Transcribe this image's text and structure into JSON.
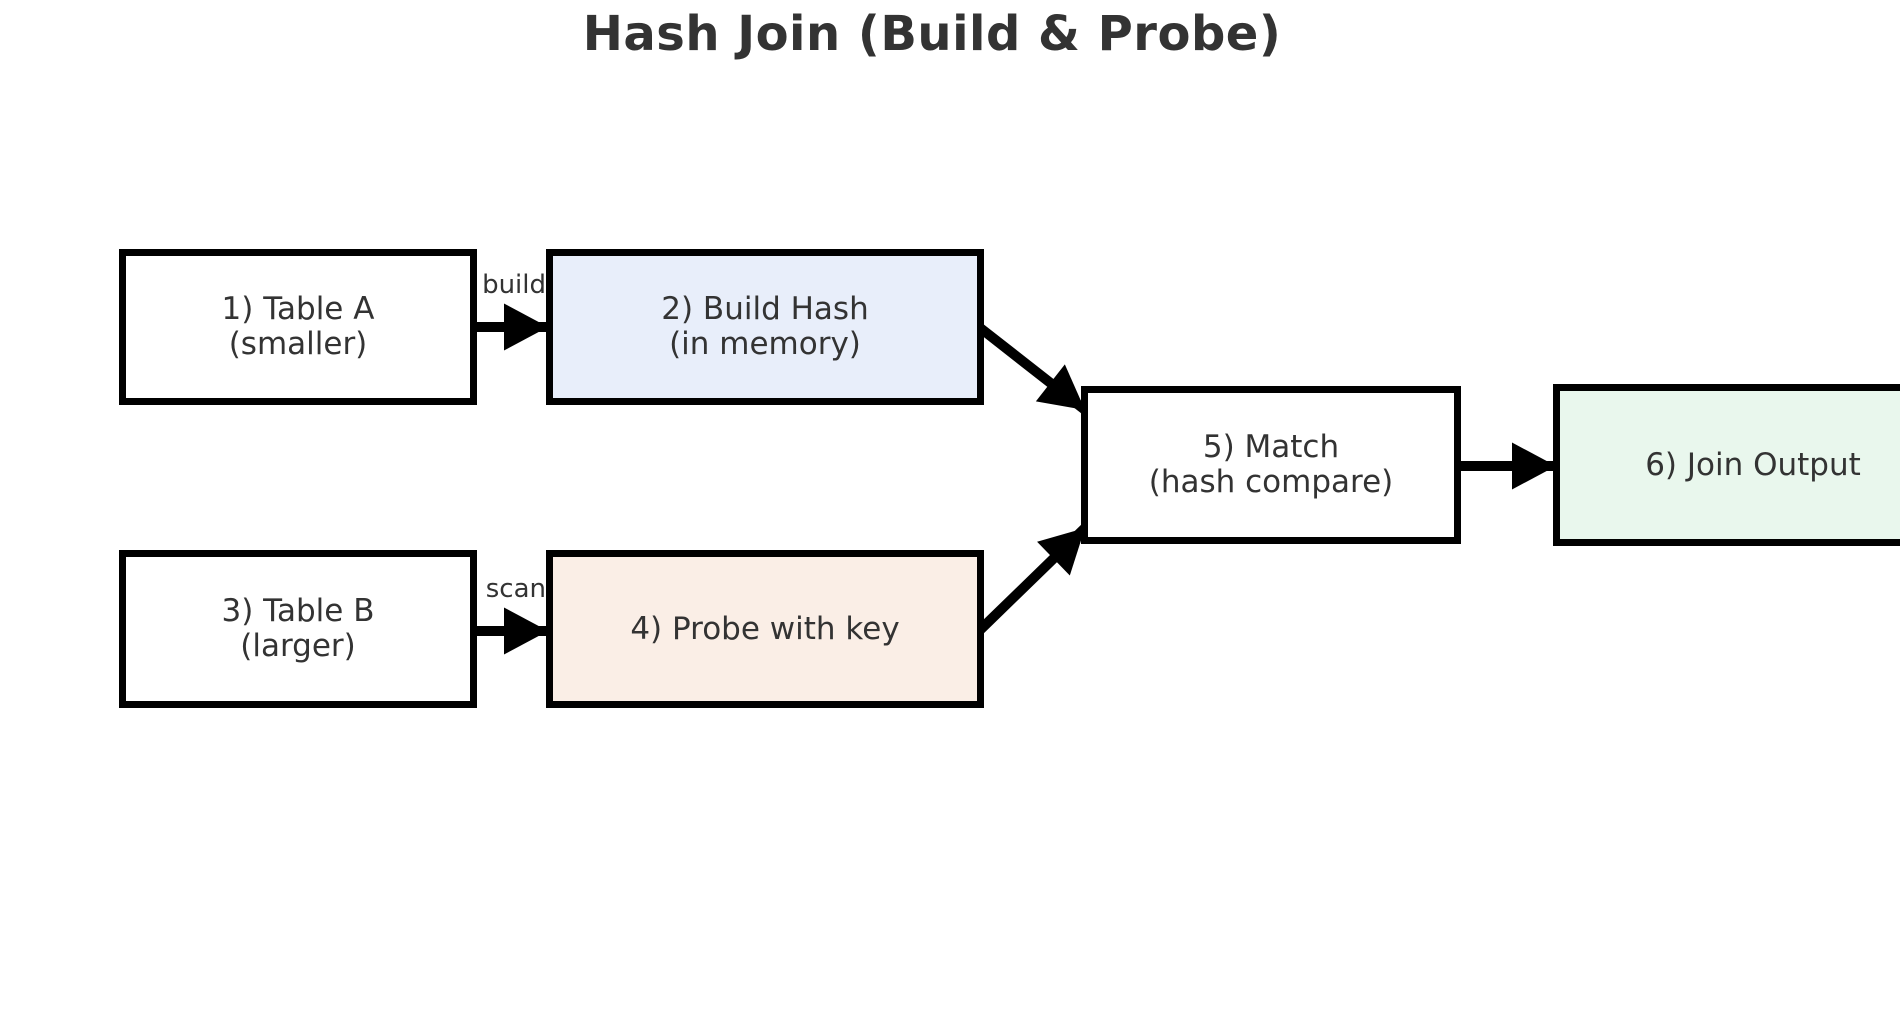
{
  "title": "Hash Join (Build & Probe)",
  "nodes": {
    "table_a": {
      "line1": "1) Table A",
      "line2": "(smaller)"
    },
    "build_hash": {
      "line1": "2) Build Hash",
      "line2": "(in memory)"
    },
    "table_b": {
      "line1": "3) Table B",
      "line2": "(larger)"
    },
    "probe": {
      "line1": "4) Probe with key"
    },
    "match": {
      "line1": "5) Match",
      "line2": "(hash compare)"
    },
    "join_output": {
      "line1": "6) Join Output"
    }
  },
  "edge_labels": {
    "build": "build",
    "scan": "scan"
  },
  "colors": {
    "background": "#ffffff",
    "border": "#000000",
    "arrow": "#000000",
    "text": "#333333",
    "table_a_fill": "#ffffff",
    "build_hash_fill": "#e8eefa",
    "table_b_fill": "#ffffff",
    "probe_fill": "#faeee6",
    "match_fill": "#ffffff",
    "join_output_fill": "#e9f7ed"
  }
}
